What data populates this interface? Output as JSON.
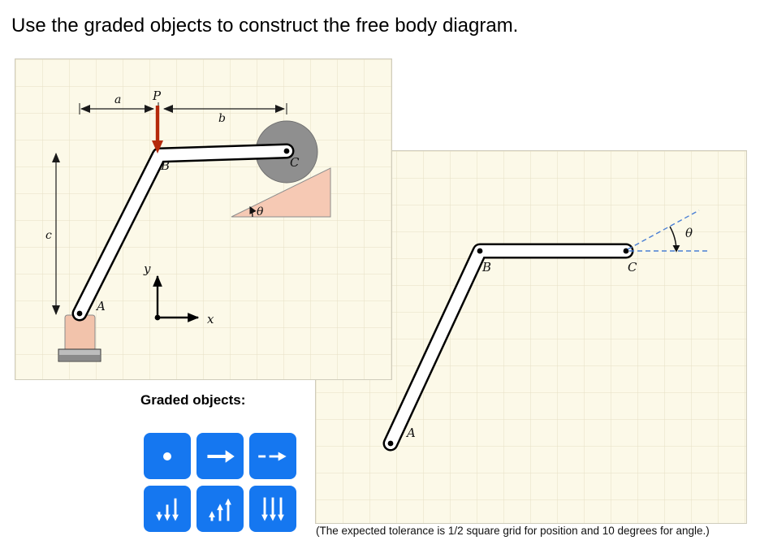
{
  "title": "Use the graded objects to construct the free body diagram.",
  "source_diagram": {
    "labels": {
      "P": "P",
      "a": "a",
      "b": "b",
      "c": "c",
      "A": "A",
      "B": "B",
      "C": "C",
      "theta": "θ",
      "x": "x",
      "y": "y"
    }
  },
  "answer_canvas": {
    "labels": {
      "A": "A",
      "B": "B",
      "C": "C",
      "theta": "θ"
    }
  },
  "graded_objects": {
    "heading": "Graded objects:",
    "buttons": [
      {
        "id": "point",
        "icon": "point-icon"
      },
      {
        "id": "force-arrow",
        "icon": "arrow-right-icon"
      },
      {
        "id": "dashed-force-arrow",
        "icon": "arrow-right-dashed-icon"
      },
      {
        "id": "distributed-load-down-increasing",
        "icon": "arrows-down-increasing-icon"
      },
      {
        "id": "distributed-load-up-increasing",
        "icon": "arrows-up-increasing-icon"
      },
      {
        "id": "distributed-load-down-uniform",
        "icon": "arrows-down-uniform-icon"
      }
    ]
  },
  "tolerance_note": "(The expected tolerance is 1/2 square grid for position and 10 degrees for angle.)",
  "colors": {
    "button_blue": "#1577f0",
    "grid_bg": "#fcf9e8",
    "grid_line": "#e6e0c4",
    "incline_fill": "#f6c9b4",
    "support_fill": "#f2c3ab",
    "pulley_fill": "#8f8f8f",
    "force_red": "#b52a0c",
    "dashed_blue": "#4a7fd4"
  }
}
